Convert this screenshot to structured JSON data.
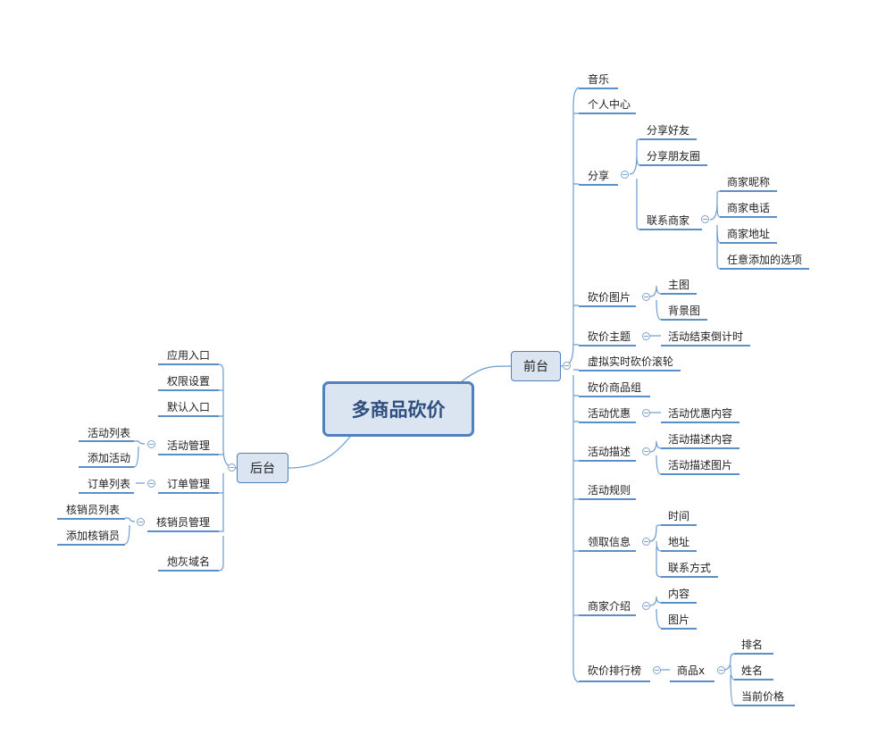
{
  "root": {
    "label": "多商品砍价"
  },
  "front": {
    "label": "前台",
    "music": "音乐",
    "personal_center": "个人中心",
    "share": {
      "label": "分享",
      "share_friend": "分享好友",
      "share_moments": "分享朋友圈"
    },
    "contact": {
      "label": "联系商家",
      "nickname": "商家昵称",
      "phone": "商家电话",
      "address": "商家地址",
      "custom_option": "任意添加的选项"
    },
    "bargain_images": {
      "label": "砍价图片",
      "main_image": "主图",
      "background_image": "背景图"
    },
    "bargain_theme": {
      "label": "砍价主题",
      "countdown": "活动结束倒计时"
    },
    "virtual_scroll": "虚拟实时砍价滚轮",
    "goods_group": "砍价商品组",
    "discount": {
      "label": "活动优惠",
      "content": "活动优惠内容"
    },
    "description": {
      "label": "活动描述",
      "content": "活动描述内容",
      "image": "活动描述图片"
    },
    "rules": "活动规则",
    "pickup": {
      "label": "领取信息",
      "time": "时间",
      "address": "地址",
      "contact": "联系方式"
    },
    "merchant_intro": {
      "label": "商家介绍",
      "content": "内容",
      "image": "图片"
    },
    "ranking": {
      "label": "砍价排行榜",
      "goods": "商品x",
      "rank": "排名",
      "name": "姓名",
      "current_price": "当前价格"
    }
  },
  "back": {
    "label": "后台",
    "app_entry": "应用入口",
    "permissions": "权限设置",
    "default_entry": "默认入口",
    "activity_mgmt": {
      "label": "活动管理",
      "list": "活动列表",
      "add": "添加活动"
    },
    "order_mgmt": {
      "label": "订单管理",
      "list": "订单列表"
    },
    "verifier_mgmt": {
      "label": "核销员管理",
      "list": "核销员列表",
      "add": "添加核销员"
    },
    "cannon_domain": "炮灰域名"
  }
}
